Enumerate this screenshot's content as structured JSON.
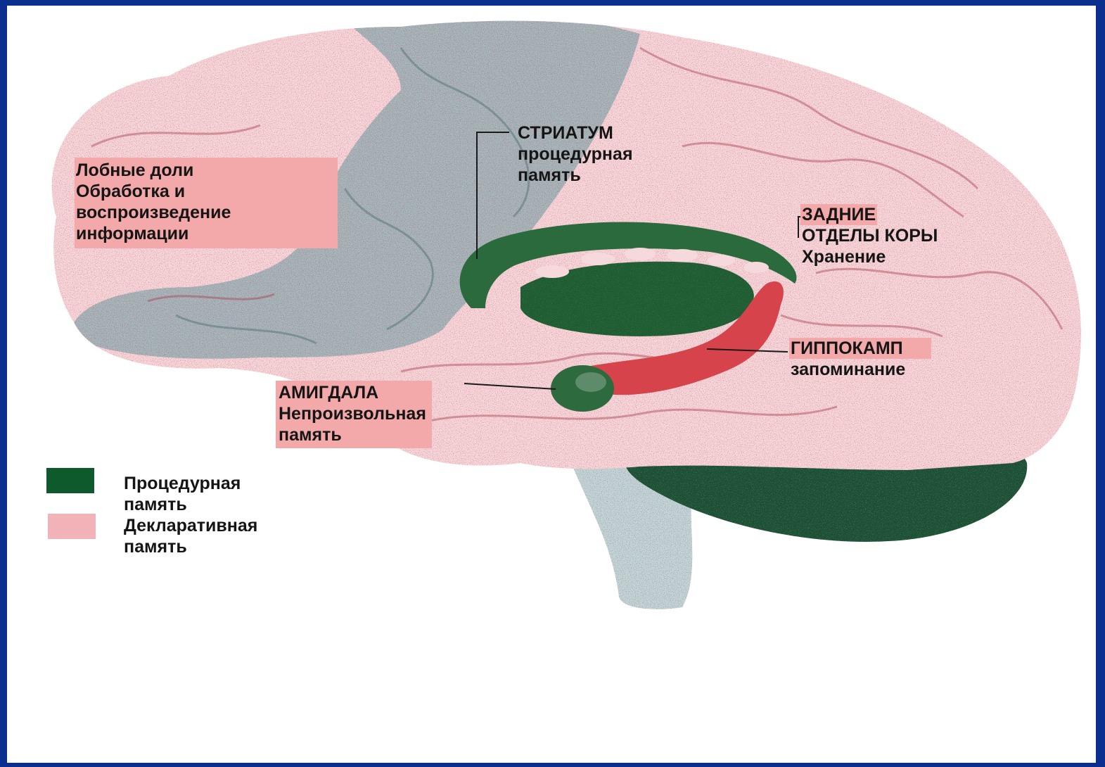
{
  "labels": {
    "frontal": {
      "line1": "Лобные доли",
      "line2": "Обработка и",
      "line3": "воспроизведение",
      "line4": "информации"
    },
    "striatum": {
      "line1": "СТРИАТУМ",
      "line2": "процедурная",
      "line3": "память"
    },
    "posterior": {
      "line1": "ЗАДНИЕ",
      "line2": "ОТДЕЛЫ КОРЫ",
      "line3": "Хранение"
    },
    "hippocampus": {
      "line1": "ГИППОКАМП",
      "line2": "запоминание"
    },
    "amygdala": {
      "line1": "АМИГДАЛА",
      "line2": "Непроизвольная",
      "line3": "память"
    }
  },
  "legend": [
    {
      "line1": "Процедурная",
      "line2": "память",
      "color": "#0f5a2c"
    },
    {
      "line1": "Декларативная",
      "line2": "память",
      "color": "#f2b3b8"
    }
  ],
  "colors": {
    "frame": "#0a2f8f",
    "cortex_pink": "#f4cfd3",
    "cortex_red_texture": "#b5323c",
    "frontal_blue": "#7f99a0",
    "striatum_green": "#1f5c32",
    "hippocampus_red": "#d6434b",
    "cerebellum_green": "#1c4f33",
    "brainstem_gray": "#9fb0b3"
  }
}
